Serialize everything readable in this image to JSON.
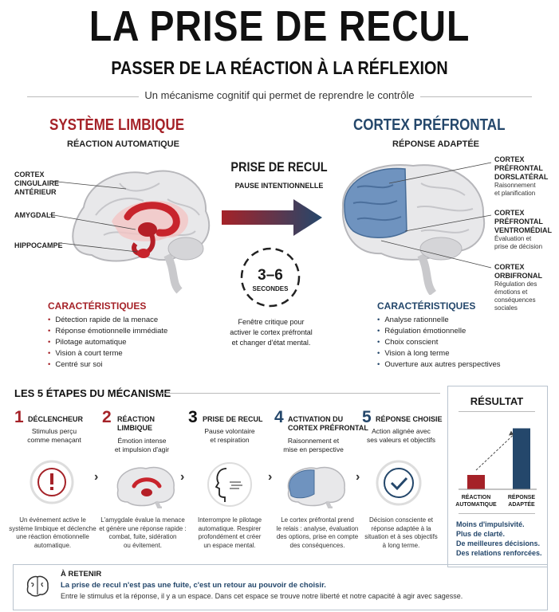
{
  "header": {
    "title": "LA PRISE DE RECUL",
    "subtitle": "PASSER DE LA RÉACTION À LA RÉFLEXION",
    "tagline": "Un mécanisme cognitif qui permet de reprendre le contrôle"
  },
  "limbic": {
    "title": "SYSTÈME LIMBIQUE",
    "subtitle": "RÉACTION AUTOMATIQUE",
    "labels": [
      "CORTEX\nCINGULAIRE\nANTÉRIEUR",
      "AMYGDALE",
      "HIPPOCAMPE"
    ],
    "char_title": "CARACTÉRISTIQUES",
    "chars": [
      "Détection rapide de la menace",
      "Réponse émotionnelle immédiate",
      "Pilotage automatique",
      "Vision à court terme",
      "Centré sur soi"
    ]
  },
  "center": {
    "title": "PRISE DE RECUL",
    "subtitle": "PAUSE INTENTIONNELLE",
    "seconds_value": "3–6",
    "seconds_label": "SECONDES",
    "desc": "Fenêtre critique pour\nactiver le cortex préfrontal\net changer d'état mental."
  },
  "prefrontal": {
    "title": "CORTEX PRÉFRONTAL",
    "subtitle": "RÉPONSE ADAPTÉE",
    "labels": [
      {
        "name": "CORTEX\nPRÉFRONTAL\nDORSLATÉRAL",
        "desc": "Raisonnement\net planification"
      },
      {
        "name": "CORTEX\nPRÉFRONTAL\nVENTROMÉDIAL",
        "desc": "Évaluation et\nprise de décision"
      },
      {
        "name": "CORTEX\nORBIFRONAL",
        "desc": "Régulation des\némotions et\nconséquences\nsociales"
      }
    ],
    "char_title": "CARACTÉRISTIQUES",
    "chars": [
      "Analyse rationnelle",
      "Régulation émotionnelle",
      "Choix conscient",
      "Vision à long terme",
      "Ouverture aux autres perspectives"
    ]
  },
  "steps": {
    "title": "LES 5 ÉTAPES DU MÉCANISME",
    "items": [
      {
        "num": "1",
        "head": "DÉCLENCHEUR",
        "sub": "Stimulus perçu\ncomme menaçant",
        "icon": "alert-icon",
        "desc": "Un événement active le\nsystème limbique et déclenche\nune réaction émotionnelle\nautomatique."
      },
      {
        "num": "2",
        "head": "RÉACTION\nLIMBIQUE",
        "sub": "Émotion intense\net impulsion d'agir",
        "icon": "brain-red-icon",
        "desc": "L'amygdale évalue la menace\net génère une réponse rapide :\ncombat, fuite, sidération\nou évitement."
      },
      {
        "num": "3",
        "head": "PRISE DE RECUL",
        "sub": "Pause volontaire\net respiration",
        "icon": "breathing-head-icon",
        "desc": "Interrompre le pilotage\nautomatique. Respirer\nprofondément et créer\nun espace mental."
      },
      {
        "num": "4",
        "head": "ACTIVATION DU\nCORTEX PRÉFRONTAL",
        "sub": "Raisonnement et\nmise en perspective",
        "icon": "brain-blue-icon",
        "desc": "Le cortex préfrontal prend\nle relais : analyse, évaluation\ndes options, prise en compte\ndes conséquences."
      },
      {
        "num": "5",
        "head": "RÉPONSE CHOISIE",
        "sub": "Action alignée avec\nses valeurs et objectifs",
        "icon": "checkmark-icon",
        "desc": "Décision consciente et\nréponse adaptée à la\nsituation et à ses objectifs\nà long terme."
      }
    ]
  },
  "result": {
    "title": "RÉSULTAT",
    "bars": [
      {
        "label": "RÉACTION\nAUTOMATIQUE",
        "level": 0.2,
        "color": "#a52228"
      },
      {
        "label": "RÉPONSE\nADAPTÉE",
        "level": 0.85,
        "color": "#24476b"
      }
    ],
    "benefits": [
      "Moins d'impulsivité.",
      "Plus de clarté.",
      "De meilleures décisions.",
      "Des relations renforcées."
    ]
  },
  "retenir": {
    "title": "À RETENIR",
    "line1": "La prise de recul n'est pas une fuite, c'est un retour au pouvoir de choisir.",
    "line2": "Entre le stimulus et la réponse, il y a un espace. Dans cet espace se trouve notre liberté et notre capacité à agir avec sagesse."
  },
  "colors": {
    "red": "#a52228",
    "blue": "#24476b",
    "light_blue": "#6f93bf"
  }
}
